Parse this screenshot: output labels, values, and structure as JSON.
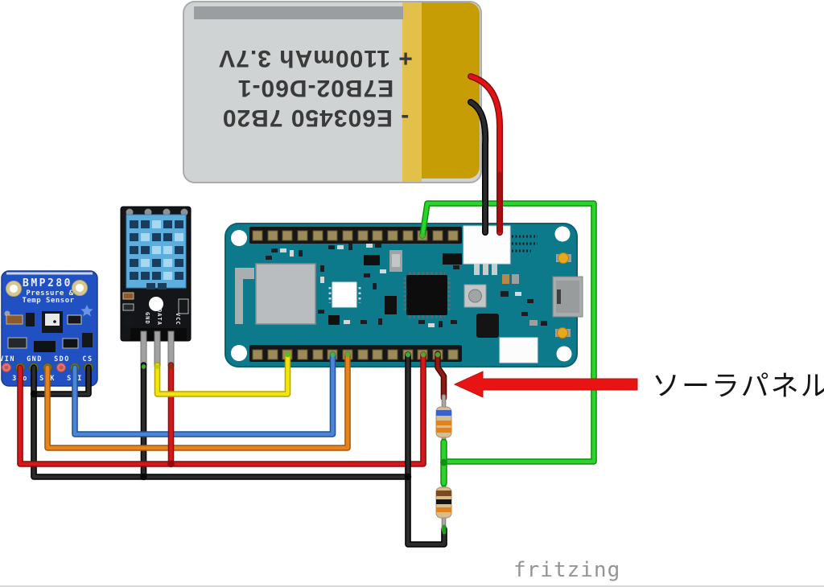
{
  "figure": {
    "type": "fritzing-breadboard-wiring-diagram"
  },
  "battery": {
    "component": "LiPo battery",
    "label_rotation_deg": 180,
    "label_lines": [
      "- E603450 7B20",
      "E7B02-D60-1",
      "+ 1100mAh 3.7V"
    ]
  },
  "bmp280": {
    "title": "BMP280",
    "subtitle_line1": "Pressure &",
    "subtitle_line2": "Temp Sensor",
    "pin_labels_row1": [
      "VIN",
      "GND",
      "SDO",
      "CS"
    ],
    "pin_labels_row2": [
      "3Vo",
      "SCK",
      "SDI"
    ]
  },
  "dht11": {
    "component": "DHT11 module",
    "pin_labels": [
      "GND",
      "DATA",
      "VCC"
    ]
  },
  "mkr_board": {
    "component": "Arduino MKR board"
  },
  "annotation": {
    "label": "ソーラパネル",
    "arrow_color": "#e81414"
  },
  "watermark": {
    "text": "fritzing",
    "color": "#949494"
  },
  "resistors": [
    {
      "bands": [
        "blue",
        "orange",
        "orange"
      ]
    },
    {
      "bands": [
        "brown",
        "black",
        "orange"
      ]
    }
  ],
  "wire_colors": {
    "red": "#d31919",
    "dark_red": "#8e1b12",
    "black": "#2b2b2b",
    "green": "#2ad42a",
    "yellow": "#f2e50c",
    "blue": "#4a86d8",
    "orange": "#e8821c"
  }
}
